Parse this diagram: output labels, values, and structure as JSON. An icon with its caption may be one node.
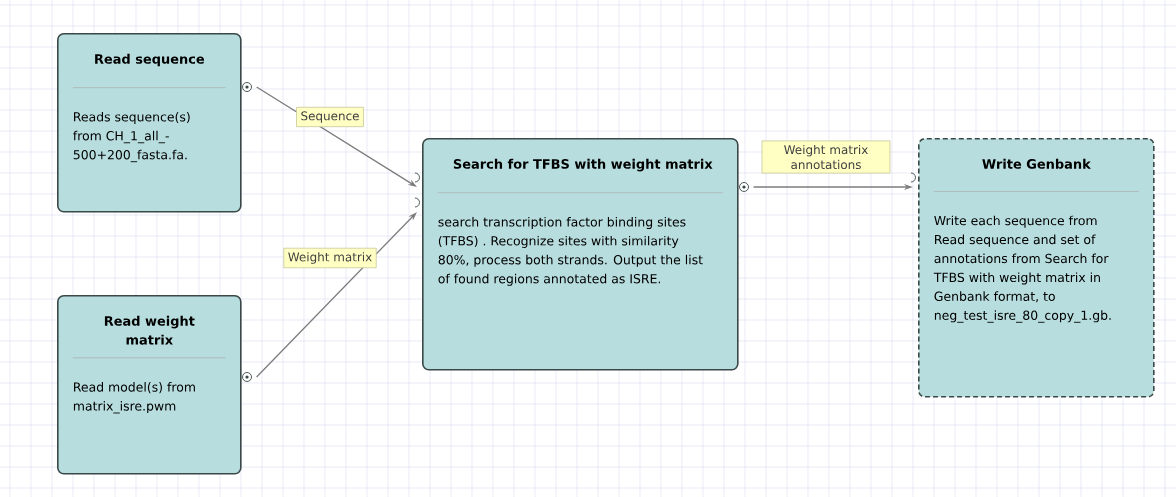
{
  "diagram": {
    "nodes": [
      {
        "text": [
          "Read sequence",
          "Reads sequence(s) from CH_1_all_-500+200_fasta.fa."
        ]
      },
      {
        "text": [
          "Read weight matrix",
          "Read model(s) from matrix_isre.pwm"
        ]
      },
      {
        "text": [
          "Search for TFBS with weight matrix",
          "search transcription factor binding sites (TFBS) . Recognize sites with similarity 80%, process both strands. Output the list of found regions annotated as ISRE."
        ]
      },
      {
        "text": [
          "Write Genbank",
          "Write each sequence from Read sequence and set of annotations from Search for TFBS with weight matrix in Genbank format, to neg_test_isre_80_copy_1.gb."
        ]
      }
    ],
    "edges": [
      {
        "from": 0,
        "to": 2,
        "arrow": "to",
        "label": "Sequence"
      },
      {
        "from": 1,
        "to": 2,
        "arrow": "to",
        "label": "Weight matrix"
      },
      {
        "from": 2,
        "to": 3,
        "arrow": "to",
        "label": "Weight matrix annotations"
      }
    ]
  }
}
